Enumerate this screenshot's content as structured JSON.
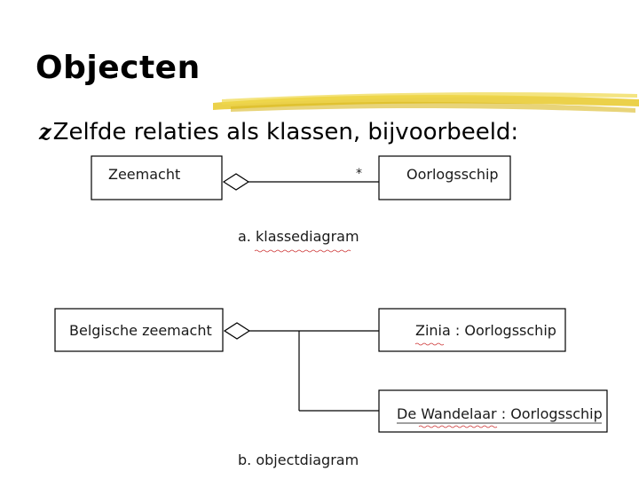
{
  "slide": {
    "title": "Objecten",
    "bullet_glyph": "z",
    "bullet_text": "Zelfde relaties als klassen, bijvoorbeeld:"
  },
  "diagram_a": {
    "class_left": "Zeemacht",
    "class_right": "Oorlogsschip",
    "multiplicity": "*",
    "caption": "a. klassediagram"
  },
  "diagram_b": {
    "object_left": "Belgische zeemacht",
    "object_right_1": "Zinia : Oorlogsschip",
    "object_right_2": "De Wandelaar : Oorlogsschip",
    "caption": "b. objectdiagram"
  },
  "colors": {
    "swoosh": "#e8c92a",
    "line": "#000000"
  }
}
